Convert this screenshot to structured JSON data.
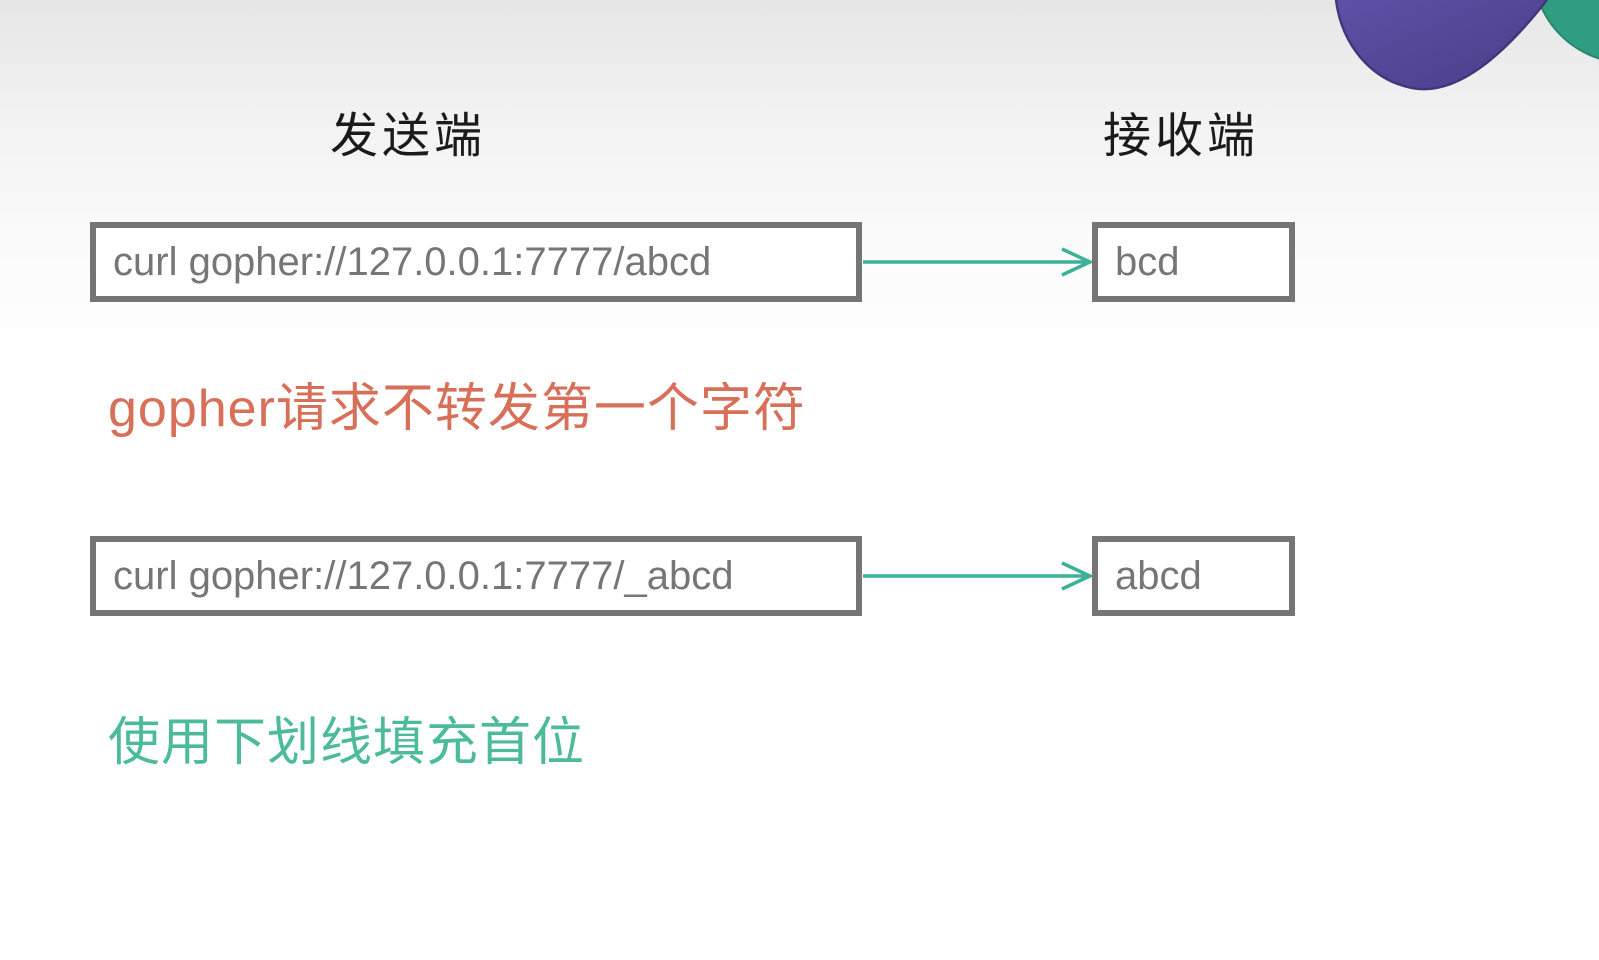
{
  "title_row": {
    "sender": "发送端",
    "receiver": "接收端"
  },
  "rows": [
    {
      "request": "curl gopher://127.0.0.1:7777/abcd",
      "received": "bcd"
    },
    {
      "request": "curl gopher://127.0.0.1:7777/_abcd",
      "received": "abcd"
    }
  ],
  "annotations": {
    "first_char_dropped": {
      "text": "gopher请求不转发第一个字符",
      "color": "#d76f59"
    },
    "underscore_padding": {
      "text": "使用下划线填充首位",
      "color": "#4cbb99"
    }
  },
  "icons": {
    "flow_arrow": "right-arrow"
  },
  "colors": {
    "background_top": "#e6e6e6",
    "background_bottom": "#ffffff",
    "box_border": "#757575",
    "box_text": "#767676",
    "heading_text": "#1b1b1b",
    "arrow": "#3bb298",
    "annotation_red": "#d76f59",
    "annotation_green": "#4cbb99",
    "decor_purple": "#55489a",
    "decor_purple_edge": "#42377b",
    "decor_teal": "#2f9d80"
  }
}
